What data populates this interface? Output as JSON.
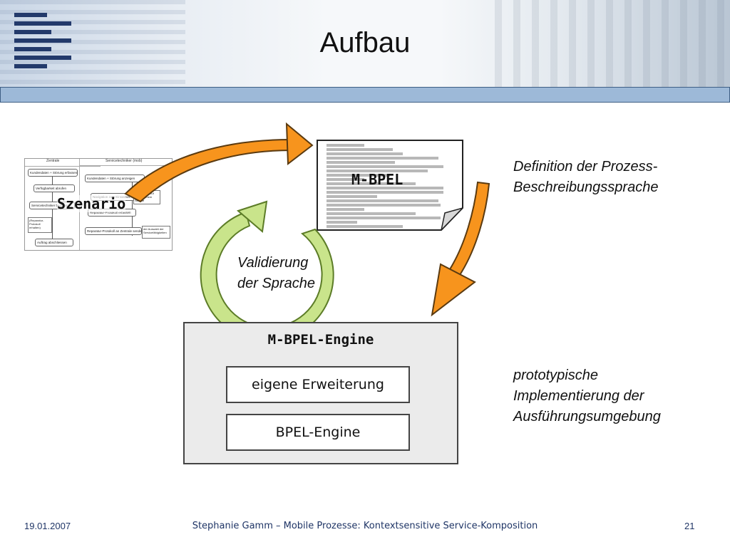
{
  "slide": {
    "title": "Aufbau",
    "footer": {
      "date": "19.01.2007",
      "text": "Stephanie Gamm – Mobile Prozesse: Kontextsensitive Service-Komposition",
      "page": "21"
    }
  },
  "diagram": {
    "scenario_label": "Szenario",
    "scenario_lanes": [
      "Zentrale",
      "Servicetechniker (mob)"
    ],
    "scenario_steps": [
      "Kundendaten + Störung erfassen",
      "Verfügbarkeit abrufen",
      "Servicetechniker bestimmen",
      "Auftrag abschliessen",
      "Kundendaten + Störung anzeigen",
      "Navigation zum Einsatzort",
      "Reparatur-Protokoll erfassen",
      "Reparatur-Protokoll an Zentrale senden"
    ],
    "scenario_notes": [
      "(Reparatur-Protokoll erhalten)",
      "optional: Aufruf von externem Service",
      "der Auswahl der Servicefähigkeiten"
    ],
    "document_label": "M-BPEL",
    "cycle_label": [
      "Validierung",
      "der Sprache"
    ],
    "definition_text": [
      "Definition der Prozess-",
      "Beschreibungssprache"
    ],
    "engine": {
      "title": "M-BPEL-Engine",
      "components": [
        "eigene Erweiterung",
        "BPEL-Engine"
      ]
    },
    "implementation_text": [
      "prototypische",
      "Implementierung der",
      "Ausführungsumgebung"
    ]
  },
  "colors": {
    "arrow_fill": "#f7941d",
    "arrow_stroke": "#5a3a10",
    "cycle_fill": "#c9e48b",
    "cycle_stroke": "#5c7c27",
    "header_bar": "#9db9d8",
    "logo": "#233a6b"
  }
}
